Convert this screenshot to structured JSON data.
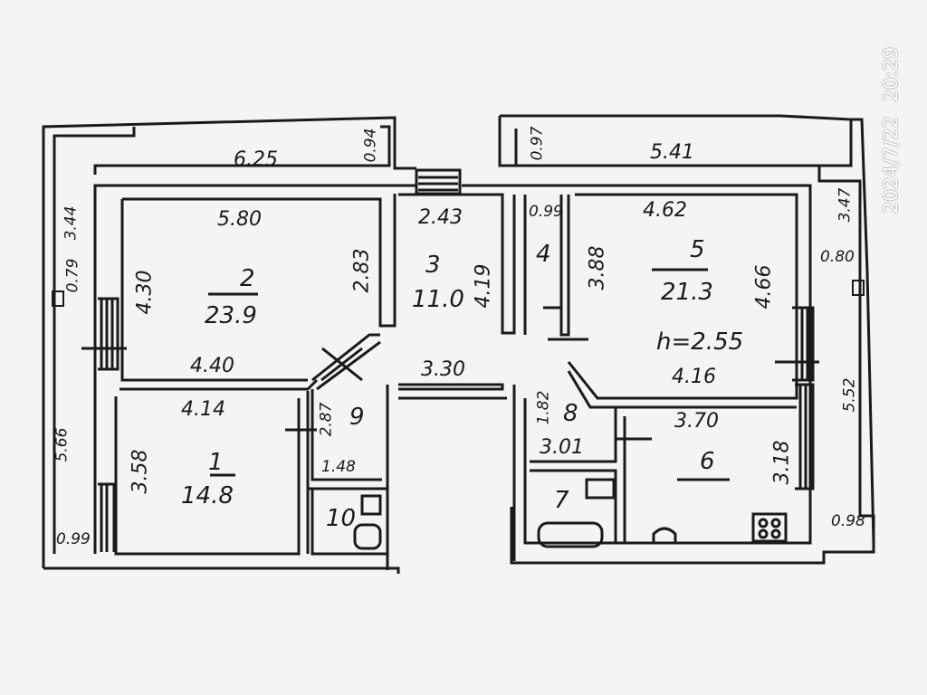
{
  "plan": {
    "timestamp": {
      "date": "2024/7/22",
      "time": "20:29"
    },
    "ceiling_height": "h=2.55",
    "rooms": [
      {
        "number": "1",
        "area": "14.8"
      },
      {
        "number": "2",
        "area": "23.9"
      },
      {
        "number": "3",
        "area": "11.0"
      },
      {
        "number": "4",
        "area": ""
      },
      {
        "number": "5",
        "area": "21.3"
      },
      {
        "number": "6",
        "area": ""
      },
      {
        "number": "7",
        "area": ""
      },
      {
        "number": "8",
        "area": ""
      },
      {
        "number": "9",
        "area": ""
      },
      {
        "number": "10",
        "area": ""
      }
    ],
    "dimensions": {
      "balcony_left_width": "6.25",
      "balcony_left_depth": "0.94",
      "balcony_right_width": "5.41",
      "balcony_right_depth": "0.97",
      "room2_width": "5.80",
      "room2_height": "4.30",
      "room2_right_wall": "2.83",
      "room2_bottom": "4.40",
      "room1_top": "4.14",
      "room1_height": "3.58",
      "room3_width": "2.43",
      "room3_height": "4.19",
      "corridor_width": "3.30",
      "room4_width": "0.99",
      "room4_height": "3.88",
      "room5_width": "4.62",
      "room5_height": "4.66",
      "room5_bottom": "4.16",
      "room6_width": "3.70",
      "room6_height": "3.18",
      "room8_height": "1.82",
      "room8_width": "3.01",
      "room9_height": "2.87",
      "room10_width": "1.48",
      "outer_left_top": "3.44",
      "outer_left_bottom": "5.66",
      "outer_left_small": "0.79",
      "outer_left_corner": "0.99",
      "outer_right_top": "3.47",
      "outer_right_bottom": "5.52",
      "outer_right_small": "0.80",
      "outer_right_corner": "0.98"
    }
  }
}
